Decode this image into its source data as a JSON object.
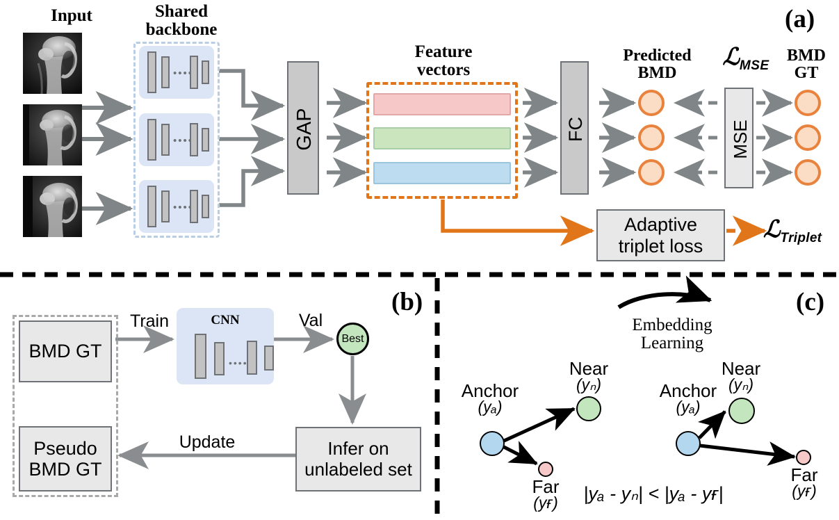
{
  "figure": {
    "panels": [
      {
        "id": "a",
        "label": "(a)"
      },
      {
        "id": "b",
        "label": "(b)"
      },
      {
        "id": "c",
        "label": "(c)"
      }
    ]
  },
  "panel_a": {
    "headings": {
      "input": "Input",
      "shared_backbone_line1": "Shared",
      "shared_backbone_line2": "backbone",
      "feature_vectors_line1": "Feature",
      "feature_vectors_line2": "vectors",
      "predicted_bmd_line1": "Predicted",
      "predicted_bmd_line2": "BMD",
      "bmd_gt_line1": "BMD",
      "bmd_gt_line2": "GT",
      "loss_mse_script": "ℒ",
      "loss_mse_sub": "MSE",
      "loss_triplet_script": "ℒ",
      "loss_triplet_sub": "Triplet"
    },
    "gap_block_label": "GAP",
    "fc_block_label": "FC",
    "mse_block_label": "MSE",
    "adaptive_triplet_loss_line1": "Adaptive",
    "adaptive_triplet_loss_line2": "triplet loss",
    "feature_vector_colors": [
      "#f6c8c8",
      "#cbe5bf",
      "#bedcf0"
    ],
    "feature_vector_borders": [
      "#e2a7a7",
      "#a9ceaa",
      "#9cc4dd"
    ],
    "bmd_circle_fill": "#fbdcc4",
    "bmd_circle_stroke": "#e8823c",
    "accent_orange": "#e1751a",
    "arrow_gray": "#808587",
    "n_streams": 3,
    "backbone_dots": "••••"
  },
  "panel_b": {
    "bmd_gt_label": "BMD GT",
    "pseudo_bmd_gt_line1": "Pseudo",
    "pseudo_bmd_gt_line2": "BMD GT",
    "cnn_label": "CNN",
    "train_label": "Train",
    "val_label": "Val",
    "update_label": "Update",
    "best_label": "Best",
    "infer_line1": "Infer on",
    "infer_line2": "unlabeled set",
    "best_circle_fill": "#c3e6be",
    "cnn_dots": "••••"
  },
  "panel_c": {
    "embedding_line1": "Embedding",
    "embedding_line2": "Learning",
    "inequality": "|yₐ - yₙ| < |yₐ - yғ|",
    "left_group": {
      "anchor_label": "Anchor",
      "anchor_sub": "(yₐ)",
      "near_label": "Near",
      "near_sub": "(yₙ)",
      "far_label": "Far",
      "far_sub": "(yғ)"
    },
    "right_group": {
      "anchor_label": "Anchor",
      "anchor_sub": "(yₐ)",
      "near_label": "Near",
      "near_sub": "(yₙ)",
      "far_label": "Far",
      "far_sub": "(yғ)"
    },
    "anchor_fill": "#b3d7ef",
    "near_fill": "#c3e6be",
    "far_fill": "#f6c8c8"
  }
}
